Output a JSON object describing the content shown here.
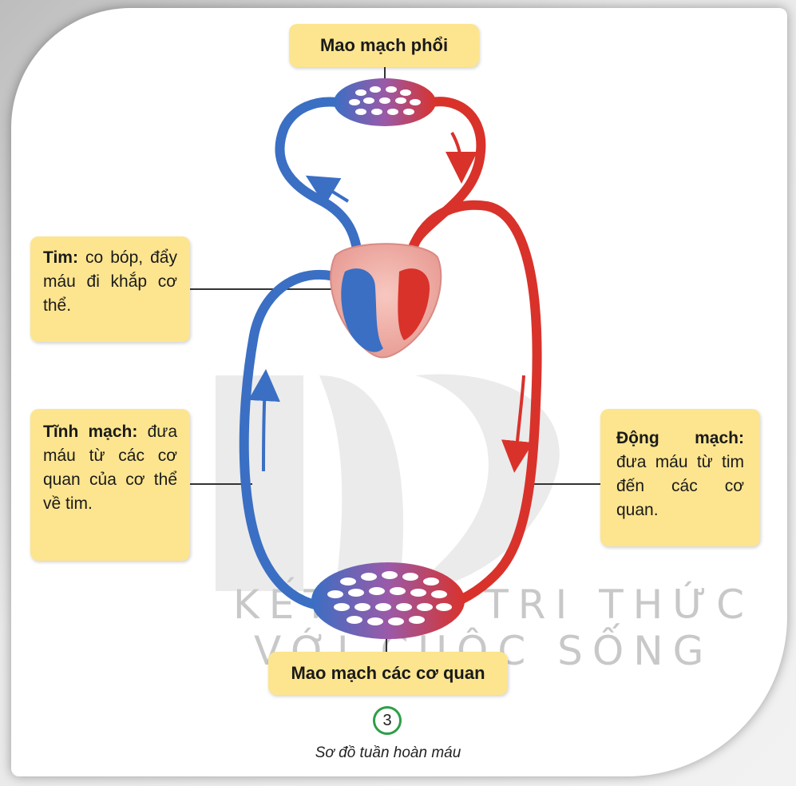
{
  "labels": {
    "pulmonary_capillaries": "Mao mạch phổi",
    "organ_capillaries": "Mao mạch các cơ quan",
    "heart_title": "Tim:",
    "heart_desc": "co bóp, đẩy máu đi khắp cơ thể.",
    "vein_title": "Tĩnh mạch:",
    "vein_desc": "đưa máu từ các cơ quan của cơ thể về tim.",
    "artery_title": "Động mạch:",
    "artery_desc": "đưa máu từ tim đến các cơ quan."
  },
  "figure": {
    "number": "3",
    "caption": "Sơ đồ tuần hoàn máu"
  },
  "watermark": {
    "line1": "KẾT NỐI TRI THỨC",
    "line2": "VỚI CUỘC SỐNG"
  },
  "colors": {
    "label_box": "#fde58f",
    "vein_blue": "#3a6fc4",
    "artery_red": "#d9322b",
    "figure_circle": "#2e9e47"
  }
}
